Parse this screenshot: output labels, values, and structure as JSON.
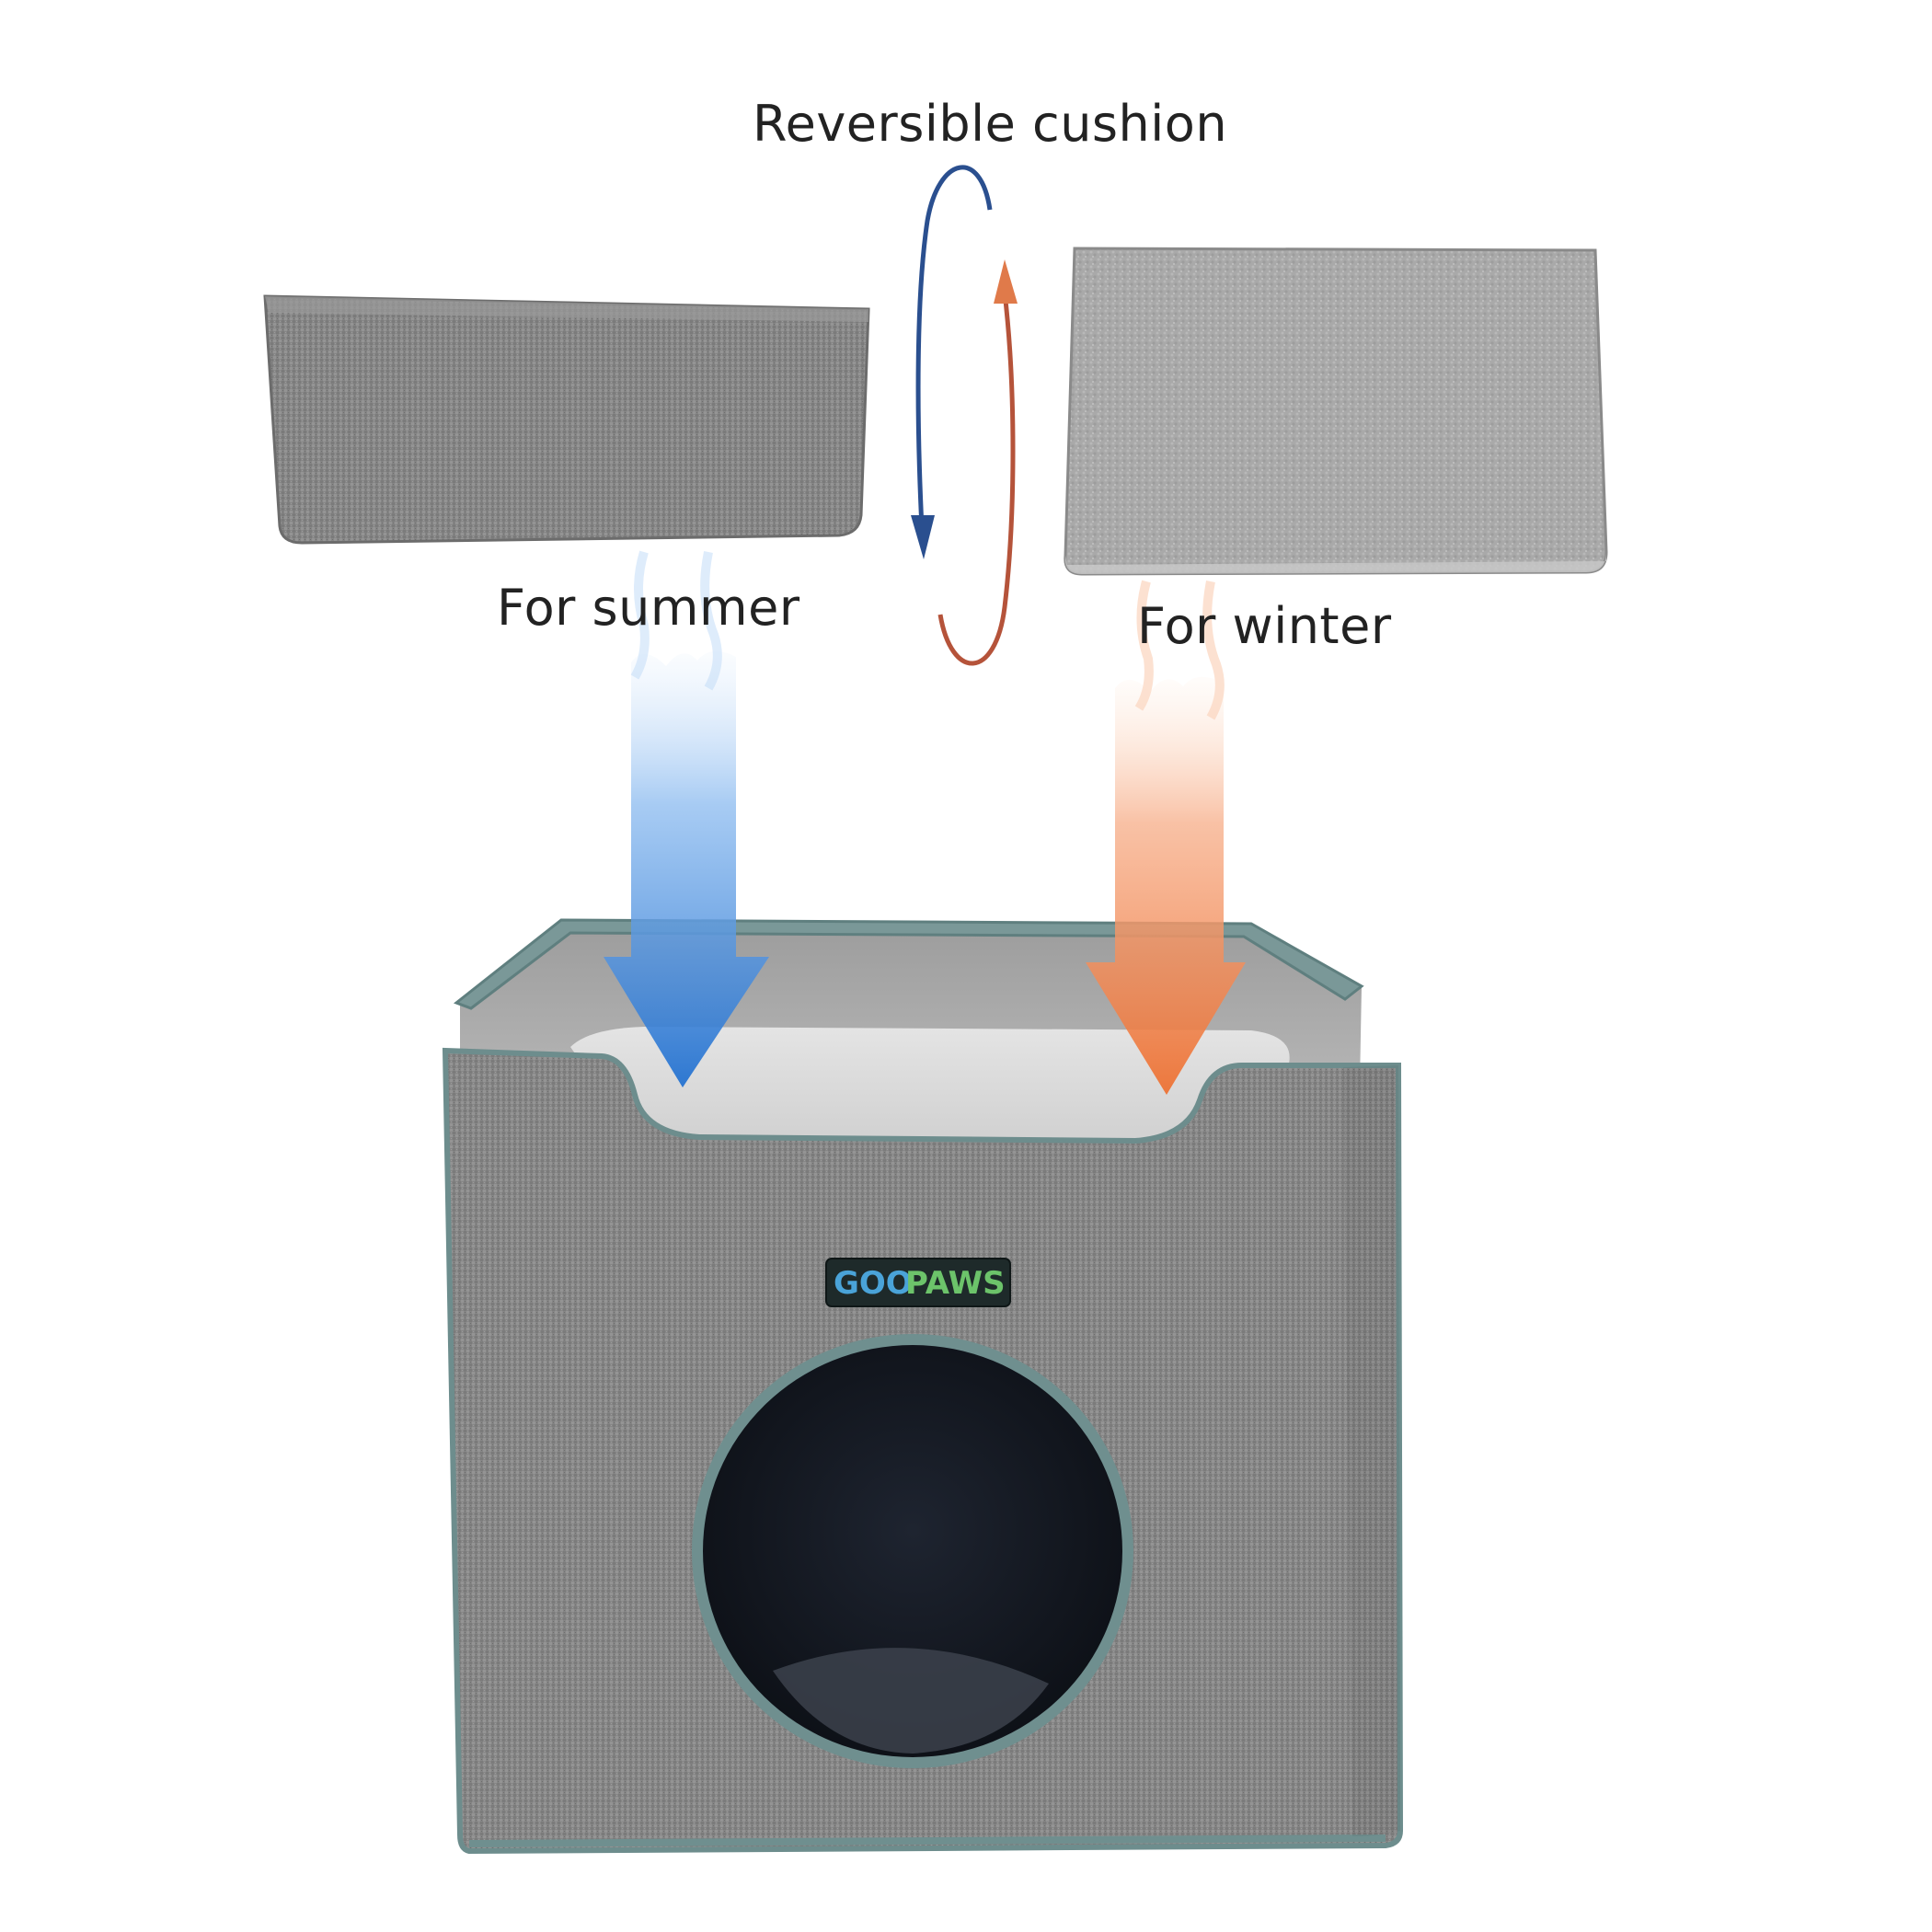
{
  "labels": {
    "reversible": "Reversible cushion",
    "summer": "For summer",
    "winter": "For winter"
  },
  "logo": {
    "brand_prefix": "GOO",
    "brand_suffix": "PAWS"
  },
  "colors": {
    "summer_arrow": "#2f7fd8",
    "winter_arrow": "#f07a3a",
    "cycle_blue": "#2a4f8f",
    "cycle_red": "#b5533a",
    "fabric_gray": "#858585",
    "trim_teal": "#6f8f8f",
    "cushion_light": "#dcdcdc"
  }
}
